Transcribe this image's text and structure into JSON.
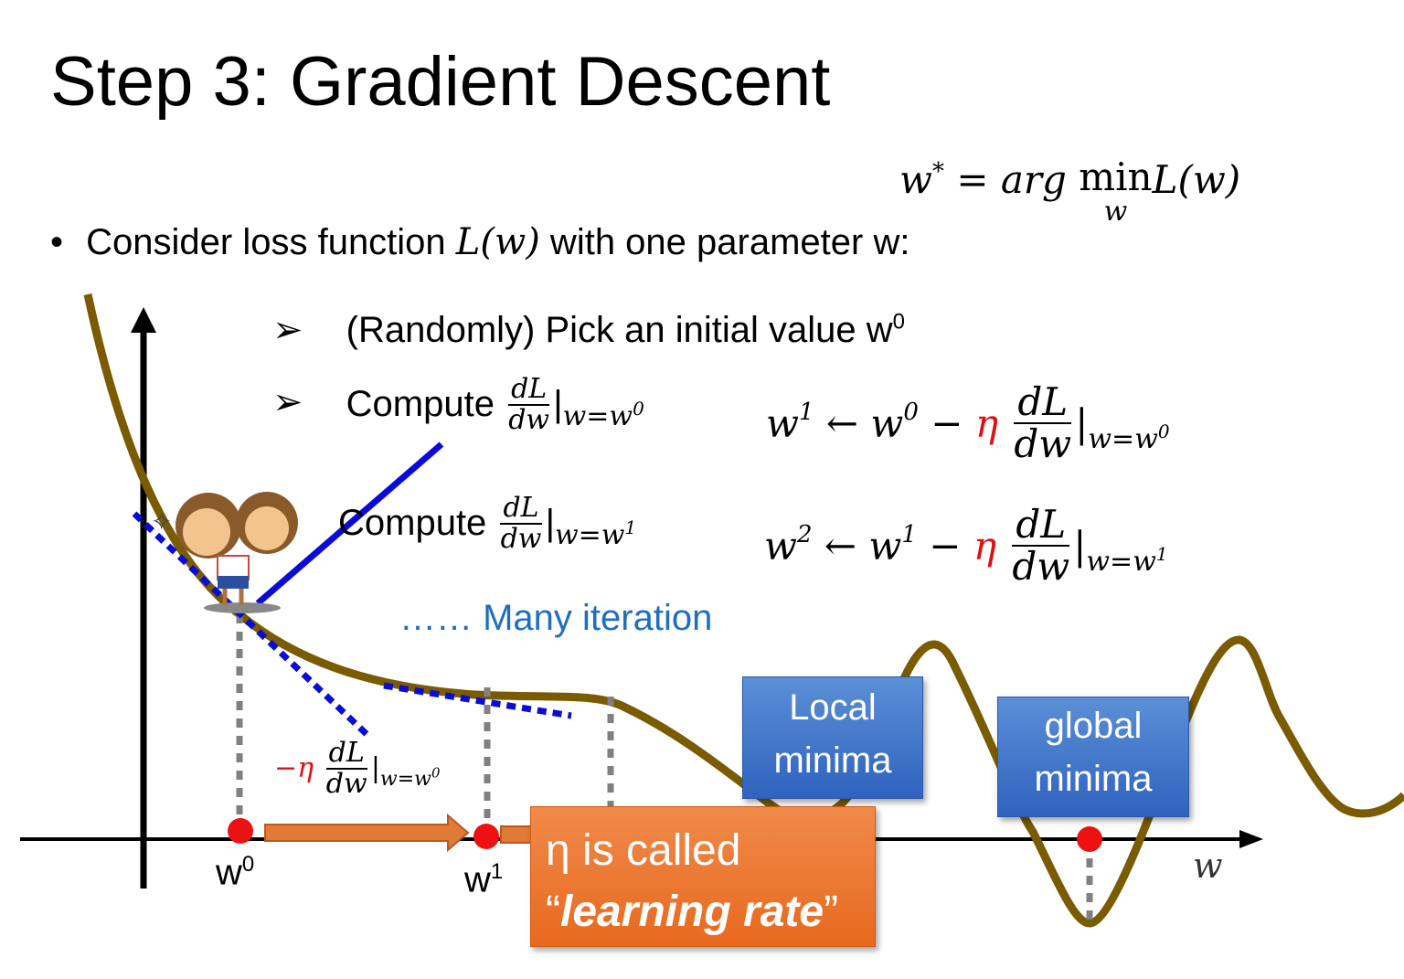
{
  "title": "Step 3: Gradient Descent",
  "objective": {
    "lhs": "w",
    "lhs_sup": "*",
    "eq": "=",
    "arg": "arg",
    "min": "min",
    "min_sub": "w",
    "rhs": "L(w)"
  },
  "bullet": {
    "symbol": "•",
    "text_before": "Consider loss function ",
    "math": "L(w)",
    "text_after": " with one parameter w:"
  },
  "steps": [
    {
      "marker": "➢",
      "text": "(Randomly) Pick an initial value w",
      "sup": "0"
    },
    {
      "marker": "➢",
      "text": "Compute",
      "frac_num": "dL",
      "frac_den": "dw",
      "bar": "|",
      "eval_sub": "w=w",
      "eval_sup": "0"
    },
    {
      "marker": "",
      "text": "Compute",
      "frac_num": "dL",
      "frac_den": "dw",
      "bar": "|",
      "eval_sub": "w=w",
      "eval_sup": "1"
    }
  ],
  "updates": [
    {
      "lhs": "w",
      "lhs_sup": "1",
      "arrow": "←",
      "w": "w",
      "w_sup": "0",
      "minus": "−",
      "eta": "η",
      "frac_num": "dL",
      "frac_den": "dw",
      "bar": "|",
      "eval_sub": "w=w",
      "eval_sup": "0"
    },
    {
      "lhs": "w",
      "lhs_sup": "2",
      "arrow": "←",
      "w": "w",
      "w_sup": "1",
      "minus": "−",
      "eta": "η",
      "frac_num": "dL",
      "frac_den": "dw",
      "bar": "|",
      "eval_sub": "w=w",
      "eval_sup": "1"
    }
  ],
  "iteration_note": "…… Many iteration",
  "step_label": {
    "minus_eta": "−η",
    "frac_num": "dL",
    "frac_den": "dw",
    "bar": "|",
    "eval_sub": "w=w",
    "eval_sup": "0"
  },
  "axis": {
    "x_label": "w",
    "points": [
      {
        "base": "w",
        "sup": "0"
      },
      {
        "base": "w",
        "sup": "1"
      }
    ]
  },
  "local_box": {
    "line1": "Local",
    "line2": "minima"
  },
  "global_box": {
    "line1": "global",
    "line2": "minima"
  },
  "eta_box": {
    "line1": "η is called",
    "open_quote": "“",
    "emph": "learning rate",
    "close_quote": "”"
  },
  "colors": {
    "curve": "#7a5b00",
    "tangent": "#0b0bd8",
    "point": "#ee1111",
    "arrow": "#e07a36",
    "dashed": "#808080",
    "eta": "#e01010",
    "note": "#1f6fbf"
  },
  "icons": {
    "character": "monkey-mascot",
    "sparkle": "sparkle-icon"
  }
}
